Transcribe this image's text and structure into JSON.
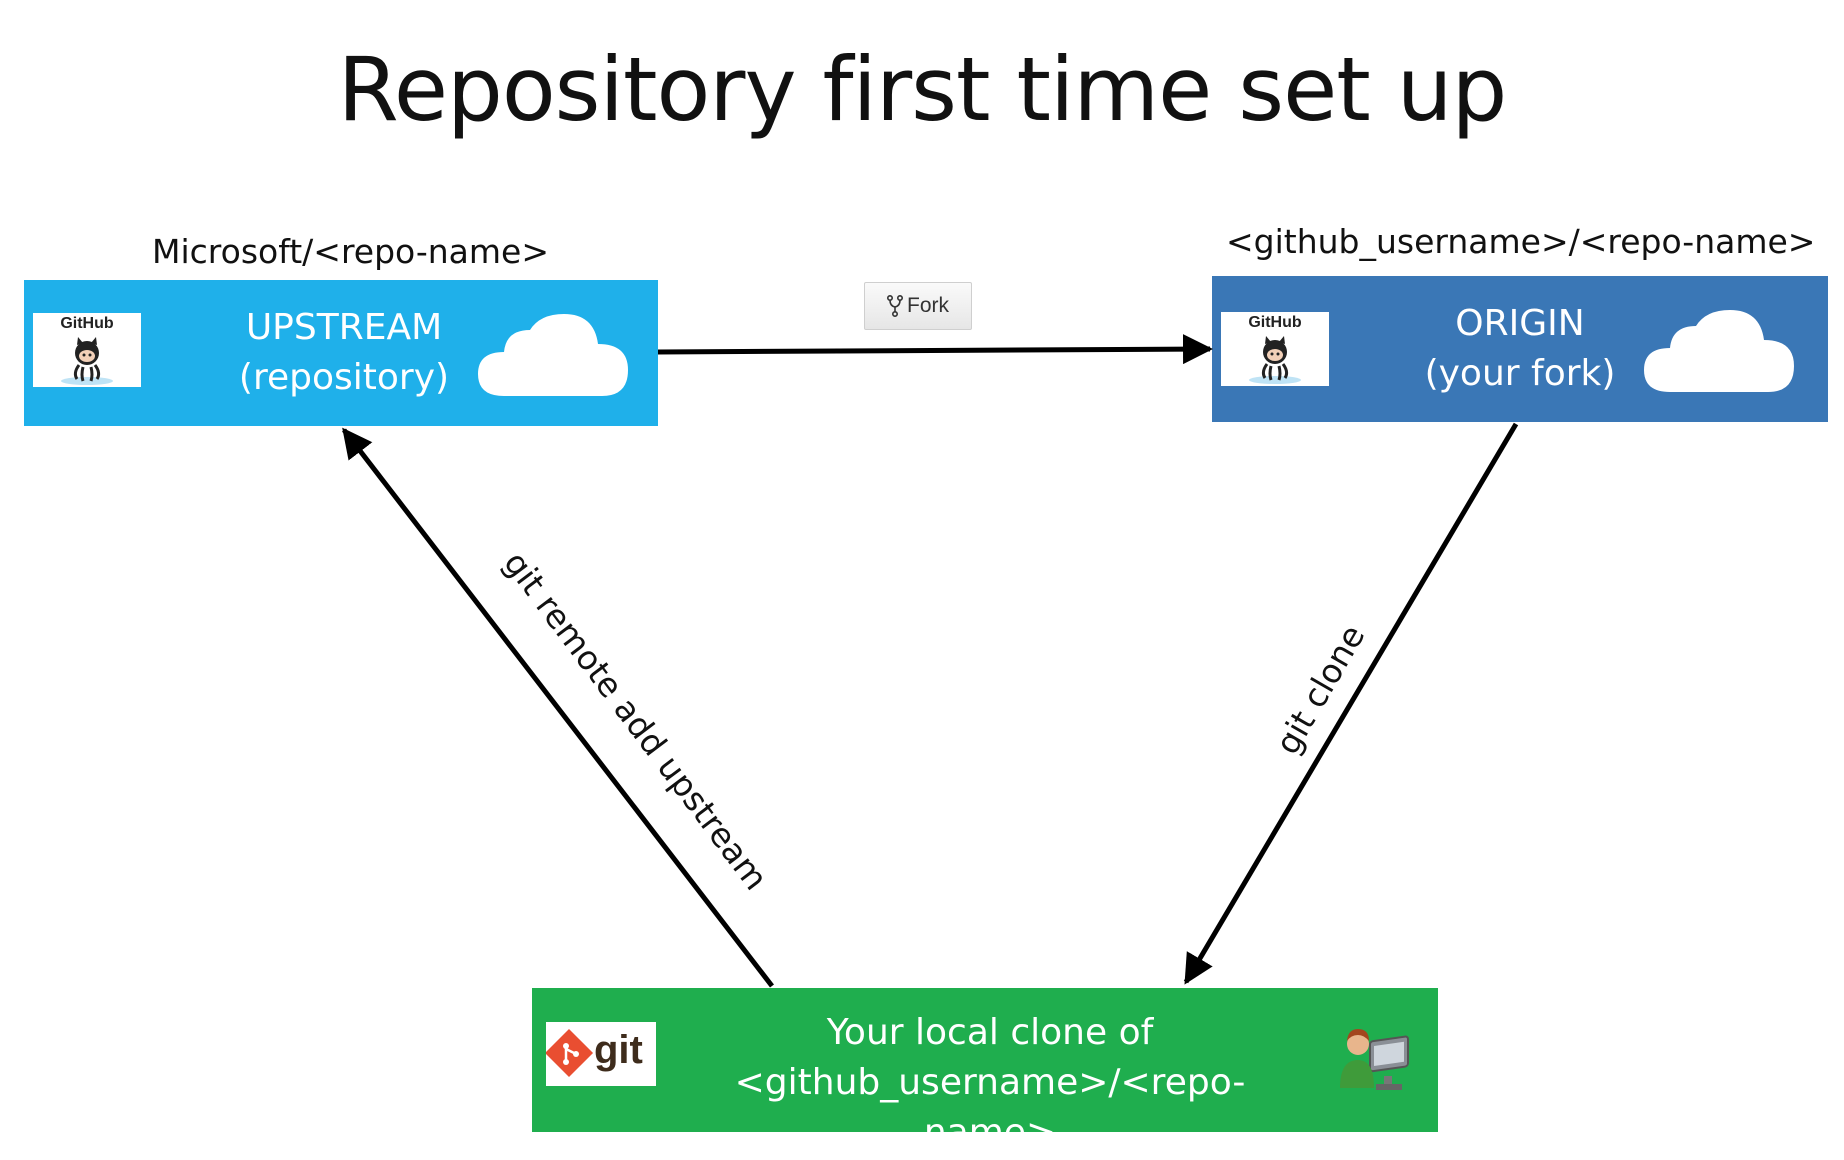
{
  "title": "Repository first time set up",
  "upstream": {
    "repo_label": "Microsoft/<repo-name>",
    "line1": "UPSTREAM",
    "line2": "(repository)",
    "logo_text": "GitHub",
    "color": "#1fb0ea"
  },
  "origin": {
    "repo_label": "<github_username>/<repo-name>",
    "line1": "ORIGIN",
    "line2": "(your fork)",
    "logo_text": "GitHub",
    "color": "#3a77b6"
  },
  "local": {
    "line1": "Your local clone of",
    "line2": "<github_username>/<repo-name>",
    "logo_text": "git",
    "color": "#1fae4e"
  },
  "fork_button": {
    "label": "Fork"
  },
  "edges": {
    "remote_add": "git remote add upstream",
    "clone": "git clone"
  }
}
